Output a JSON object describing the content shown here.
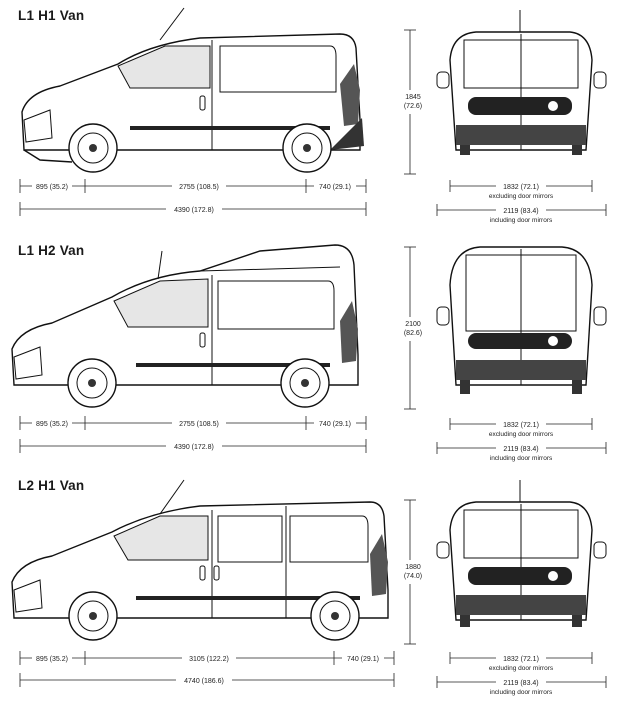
{
  "vans": [
    {
      "title": "L1 H1 Van",
      "height_dim": "1845",
      "height_imp": "(72.6)",
      "front_overhang": "895 (35.2)",
      "wheelbase": "2755 (108.5)",
      "rear_overhang": "740 (29.1)",
      "overall_length": "4390 (172.8)",
      "width_excl": "1832 (72.1)",
      "width_excl_note": "excluding door mirrors",
      "width_incl": "2119 (83.4)",
      "width_incl_note": "including door mirrors"
    },
    {
      "title": "L1 H2 Van",
      "height_dim": "2100",
      "height_imp": "(82.6)",
      "front_overhang": "895 (35.2)",
      "wheelbase": "2755 (108.5)",
      "rear_overhang": "740 (29.1)",
      "overall_length": "4390 (172.8)",
      "width_excl": "1832 (72.1)",
      "width_excl_note": "excluding door mirrors",
      "width_incl": "2119 (83.4)",
      "width_incl_note": "including door mirrors"
    },
    {
      "title": "L2 H1 Van",
      "height_dim": "1880",
      "height_imp": "(74.0)",
      "front_overhang": "895 (35.2)",
      "wheelbase": "3105 (122.2)",
      "rear_overhang": "740 (29.1)",
      "overall_length": "4740 (186.6)",
      "width_excl": "1832 (72.1)",
      "width_excl_note": "excluding door mirrors",
      "width_incl": "2119 (83.4)",
      "width_incl_note": "including door mirrors"
    }
  ]
}
